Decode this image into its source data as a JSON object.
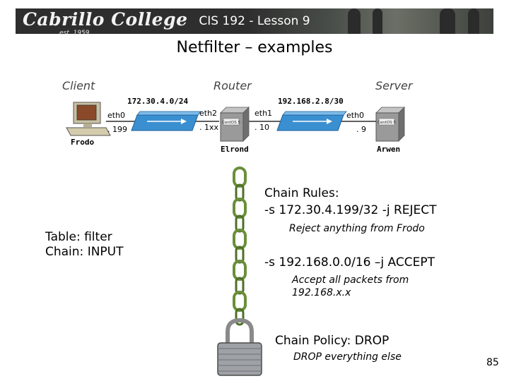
{
  "header": {
    "logo_text": "Cabrillo College",
    "logo_est": "est. 1959",
    "lesson": "CIS 192 - Lesson 9"
  },
  "title": "Netfilter – examples",
  "roles": {
    "client": "Client",
    "router": "Router",
    "server": "Server"
  },
  "network": {
    "subnet_left": "172.30.4.0/24",
    "subnet_right": "192.168.2.8/30",
    "frodo": {
      "name": "Frodo",
      "iface": "eth0",
      "ip": ". 199"
    },
    "elrond": {
      "name": "Elrond",
      "iface_left": "eth2",
      "ip_left": ". 1xx",
      "iface_right": "eth1",
      "ip_right": ". 10",
      "badge": "CentOS 5"
    },
    "arwen": {
      "name": "Arwen",
      "iface": "eth0",
      "ip": ". 9",
      "badge": "CentOS 5"
    }
  },
  "table_chain": {
    "table": "Table: filter",
    "chain": "Chain: INPUT"
  },
  "rules": {
    "heading": "Chain Rules:",
    "rule1": "-s 172.30.4.199/32 -j REJECT",
    "rule1_note": "Reject anything from Frodo",
    "rule2": "-s 192.168.0.0/16 –j ACCEPT",
    "rule2_note_line1": "Accept all packets from",
    "rule2_note_line2": "192.168.x.x"
  },
  "policy": {
    "label": "Chain Policy:  DROP",
    "note": "DROP everything else"
  },
  "page_number": "85",
  "colors": {
    "header_bg": "#2e2e2e",
    "switch_blue": "#3a8fd0",
    "server_gray": "#8f8f8f",
    "chain_green": "#8fc94a"
  }
}
